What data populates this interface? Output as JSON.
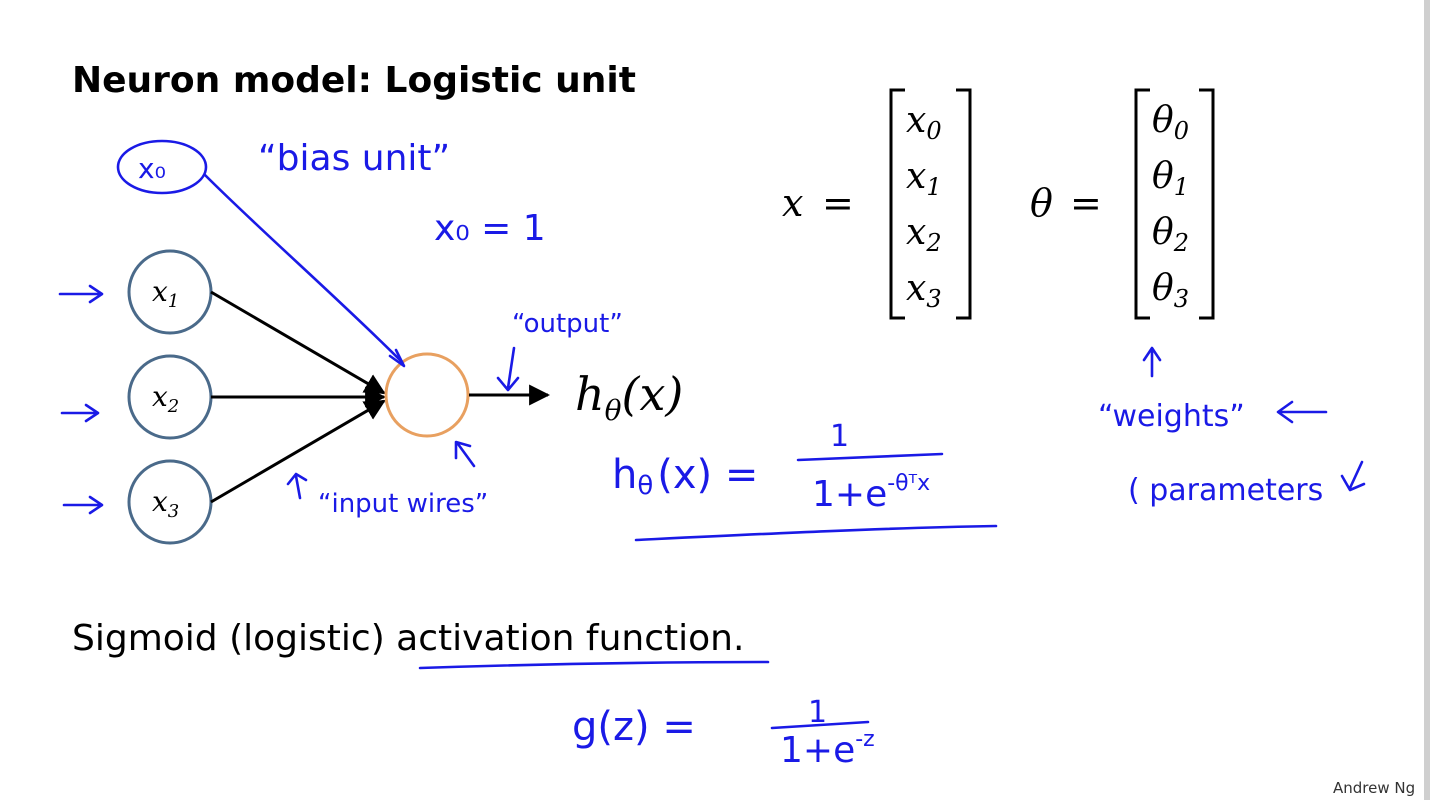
{
  "title": "Neuron model: Logistic unit",
  "subtitle": "Sigmoid (logistic) activation function.",
  "author": "Andrew Ng",
  "colors": {
    "handwriting": "#1a1ae6",
    "input_node": "#4a6a8a",
    "output_node": "#e8a060",
    "wire": "#000000"
  },
  "diagram": {
    "nodes": [
      {
        "id": "x1",
        "label": "x",
        "sub": "1"
      },
      {
        "id": "x2",
        "label": "x",
        "sub": "2"
      },
      {
        "id": "x3",
        "label": "x",
        "sub": "3"
      }
    ],
    "output_base": "h",
    "output_sub": "θ",
    "output_arg": "(x)"
  },
  "vectors": {
    "x": {
      "symbol": "x",
      "entries": [
        {
          "base": "x",
          "sub": "0"
        },
        {
          "base": "x",
          "sub": "1"
        },
        {
          "base": "x",
          "sub": "2"
        },
        {
          "base": "x",
          "sub": "3"
        }
      ]
    },
    "theta": {
      "symbol": "θ",
      "entries": [
        {
          "base": "θ",
          "sub": "0"
        },
        {
          "base": "θ",
          "sub": "1"
        },
        {
          "base": "θ",
          "sub": "2"
        },
        {
          "base": "θ",
          "sub": "3"
        }
      ]
    },
    "equals": "="
  },
  "annotations": {
    "x0_node": "x₀",
    "bias_unit": "“bias unit”",
    "x0_eq": "x₀ = 1",
    "output": "“output”",
    "input_wires": "“input wires”",
    "weights": "“weights”",
    "parameters": "( parameters",
    "h_lhs": "h",
    "h_sub": "θ",
    "h_arg": "(x) =",
    "h_num": "1",
    "h_den": "1+e",
    "h_exp": "-θᵀx",
    "g_lhs": "g(z) =",
    "g_num": "1",
    "g_den": "1+e",
    "g_exp": "-z"
  }
}
